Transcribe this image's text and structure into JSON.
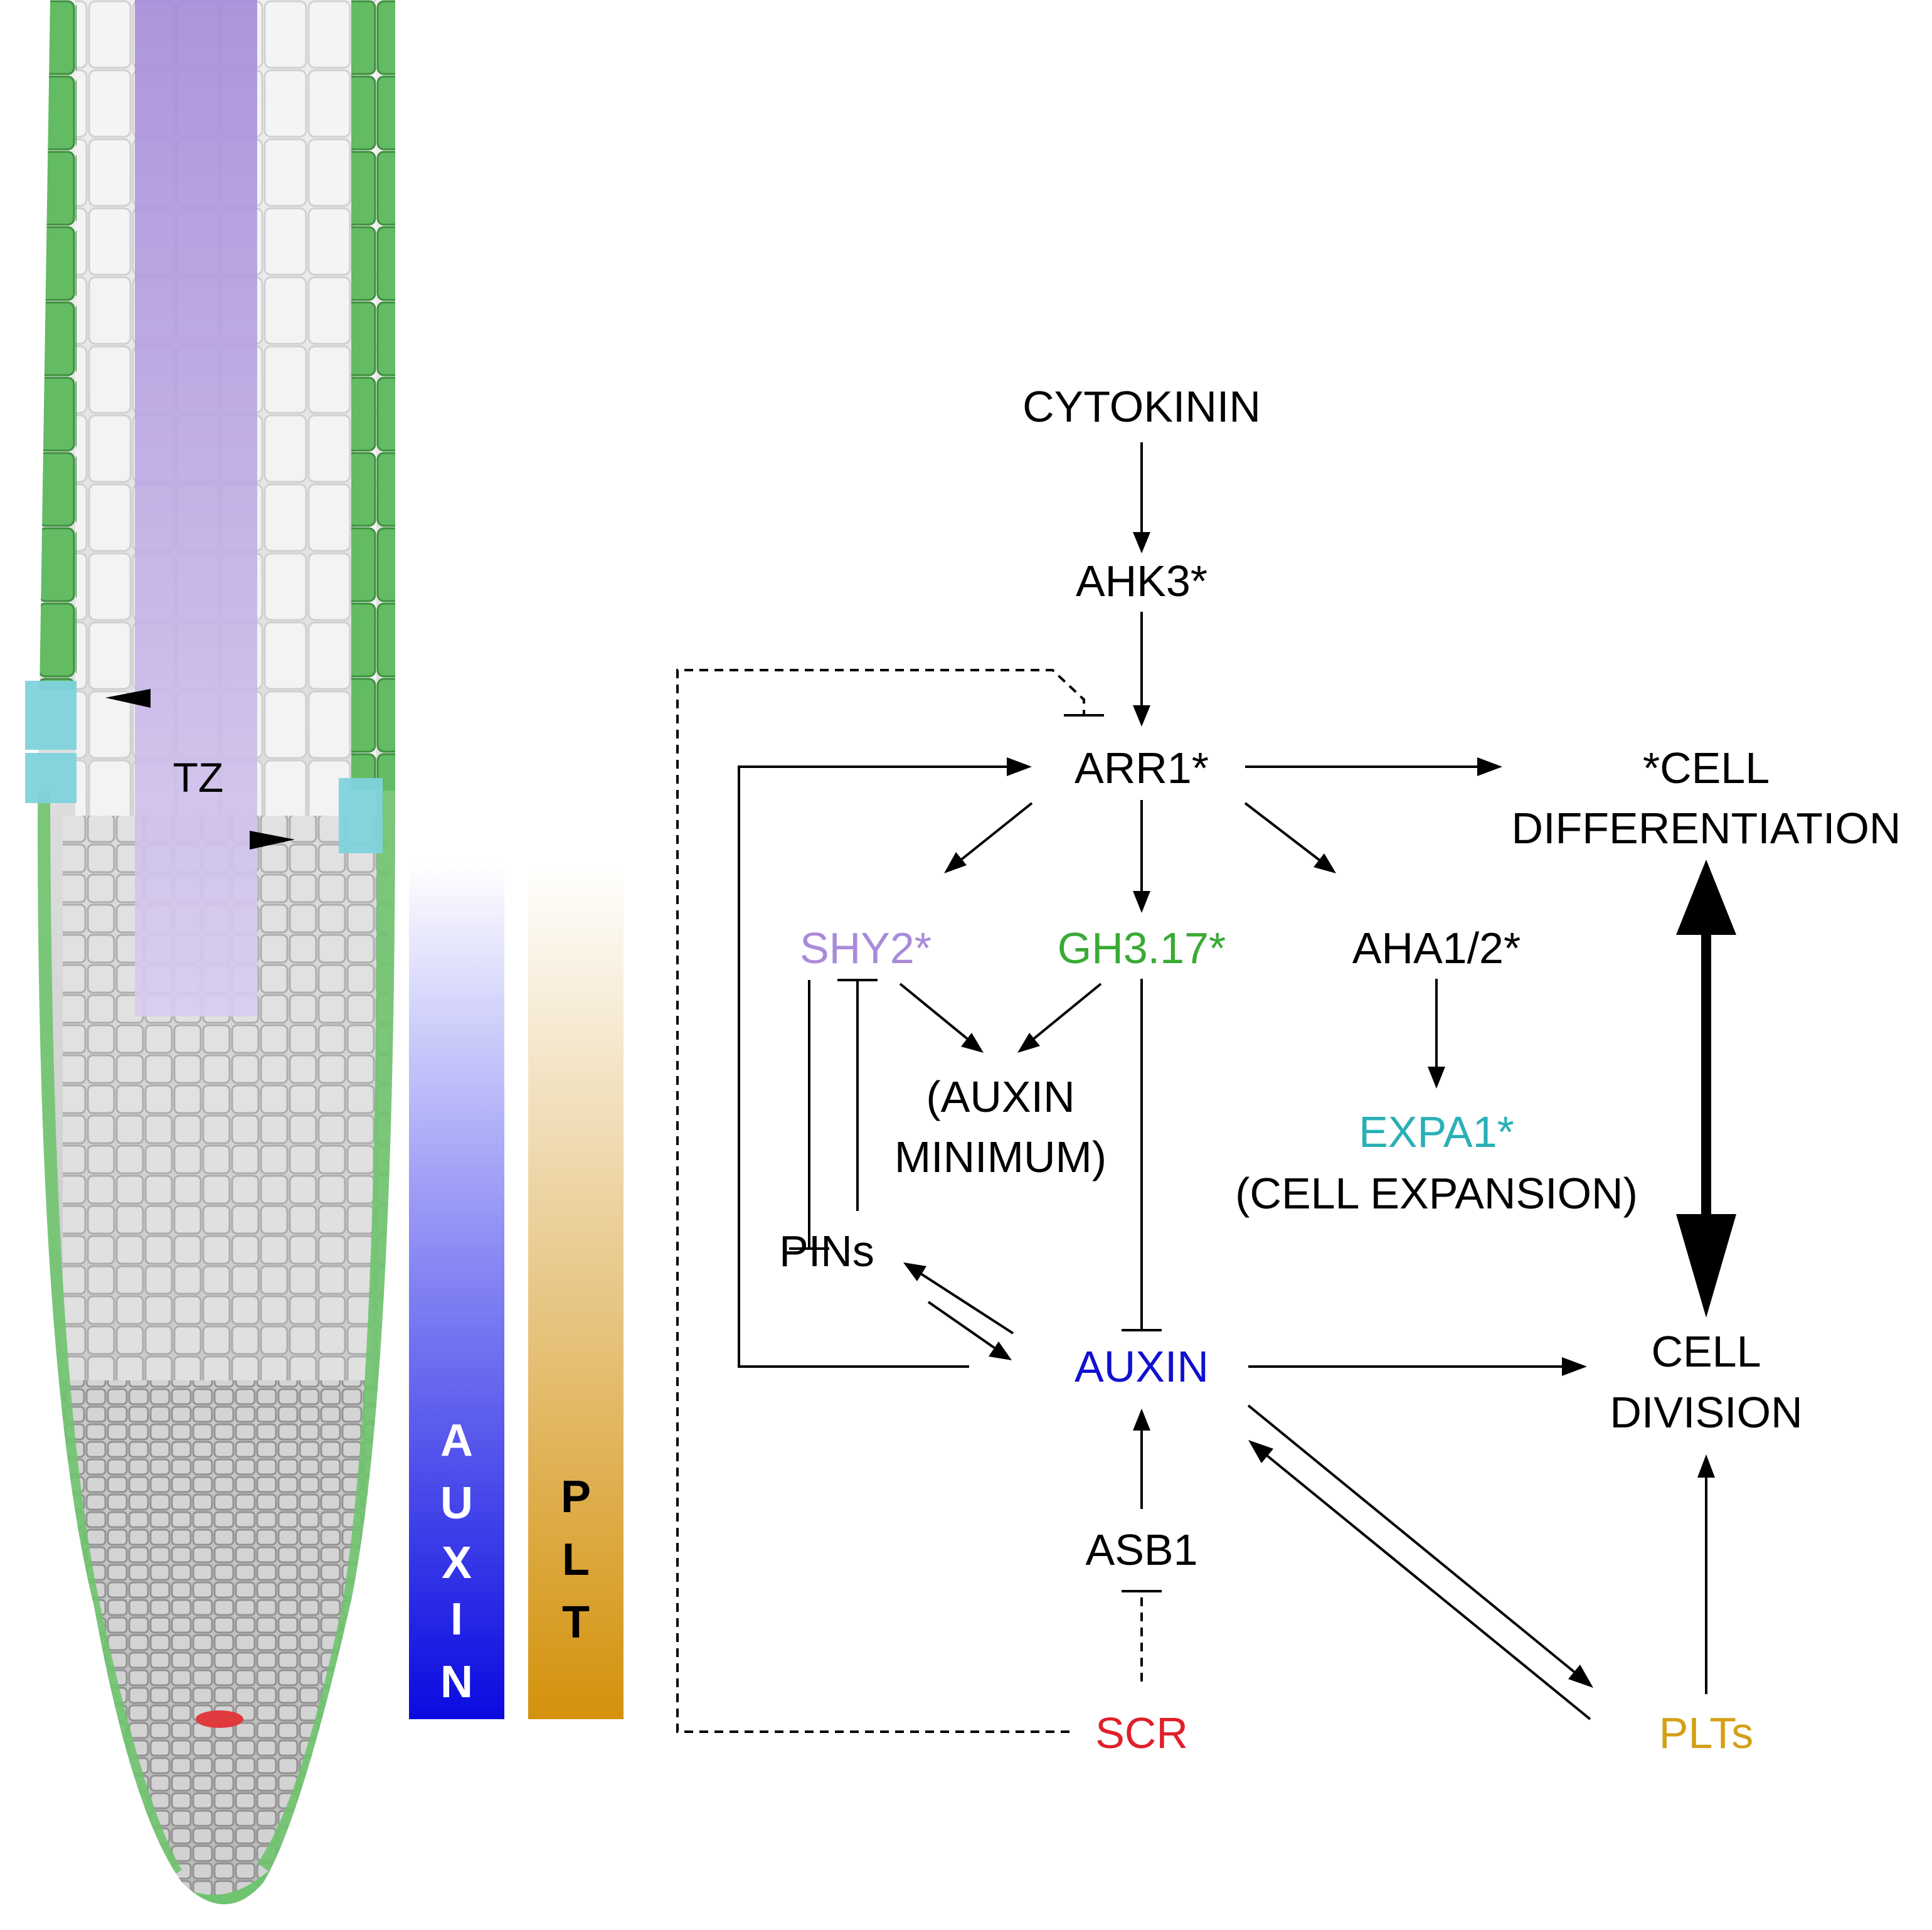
{
  "root_image": {
    "tz_label": "TZ",
    "colors": {
      "epidermis": "#5cb85c",
      "stele": "#b9a3e3",
      "transition_cells": "#7fd3dc",
      "stem_cell_niche": "#e0393e",
      "tissue": "#c8c8c8"
    }
  },
  "gradient_bars": {
    "auxin": {
      "label_letters": [
        "A",
        "U",
        "X",
        "I",
        "N"
      ],
      "color_from": "#ffffff",
      "color_to": "#0a0ae0"
    },
    "plt": {
      "label_letters": [
        "P",
        "L",
        "T"
      ],
      "color_from": "#ffffff",
      "color_to": "#d4920c"
    }
  },
  "network": {
    "nodes": {
      "cytokinin": "CYTOKININ",
      "ahk3": "AHK3*",
      "arr1": "ARR1*",
      "cell_diff_1": "*CELL",
      "cell_diff_2": "DIFFERENTIATION",
      "shy2": "SHY2*",
      "gh317": "GH3.17*",
      "aha12": "AHA1/2*",
      "auxin_min_1": "(AUXIN",
      "auxin_min_2": "MINIMUM)",
      "expa1": "EXPA1*",
      "cell_expansion": "(CELL EXPANSION)",
      "pins": "PINs",
      "auxin": "AUXIN",
      "cell_div_1": "CELL",
      "cell_div_2": "DIVISION",
      "asb1": "ASB1",
      "scr": "SCR",
      "plts": "PLTs"
    },
    "colors": {
      "default": "#000000",
      "shy2": "#a98bd9",
      "gh317": "#3aaa35",
      "expa1": "#2ab0b5",
      "auxin": "#1010d0",
      "scr": "#e0202a",
      "plts": "#d4a017"
    }
  }
}
